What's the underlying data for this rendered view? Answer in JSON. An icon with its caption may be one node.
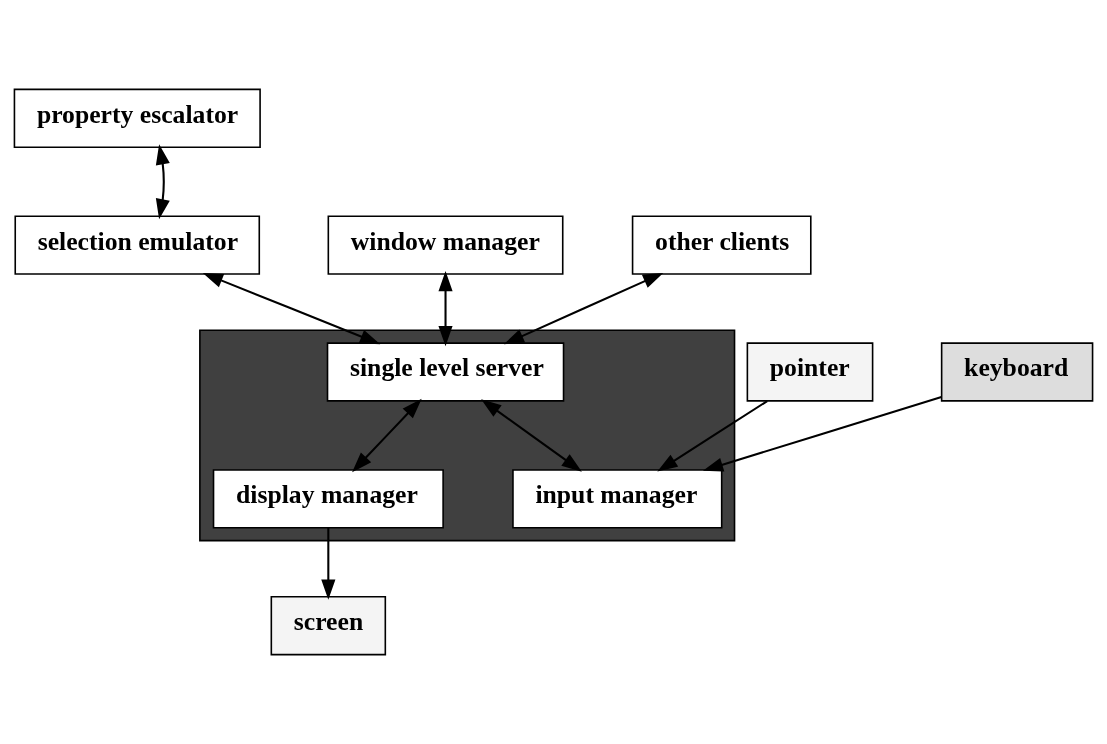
{
  "diagram": {
    "nodes": [
      {
        "text": [
          "property escalator"
        ]
      },
      {
        "text": [
          "selection emulator"
        ]
      },
      {
        "text": [
          "window manager"
        ]
      },
      {
        "text": [
          "other clients"
        ]
      },
      {
        "text": [],
        "shape": "box"
      },
      {
        "text": [
          "single level server"
        ],
        "in": 4
      },
      {
        "text": [
          "pointer"
        ]
      },
      {
        "text": [
          "display manager"
        ],
        "in": 4
      },
      {
        "text": [
          "input manager"
        ],
        "in": 4
      },
      {
        "text": [
          "screen"
        ]
      },
      {
        "text": [
          "keyboard"
        ]
      }
    ],
    "edges": [
      {
        "from": 1,
        "to": 0,
        "arrow": "both"
      },
      {
        "from": 1,
        "to": 5,
        "arrow": "both"
      },
      {
        "from": 2,
        "to": 5,
        "arrow": "both"
      },
      {
        "from": 3,
        "to": 5,
        "arrow": "both"
      },
      {
        "from": 5,
        "to": 7,
        "arrow": "both"
      },
      {
        "from": 5,
        "to": 8,
        "arrow": "both"
      },
      {
        "from": 7,
        "to": 9,
        "arrow": "to"
      },
      {
        "from": 6,
        "to": 8,
        "arrow": "to"
      },
      {
        "from": 10,
        "to": 8,
        "arrow": "to"
      }
    ]
  }
}
